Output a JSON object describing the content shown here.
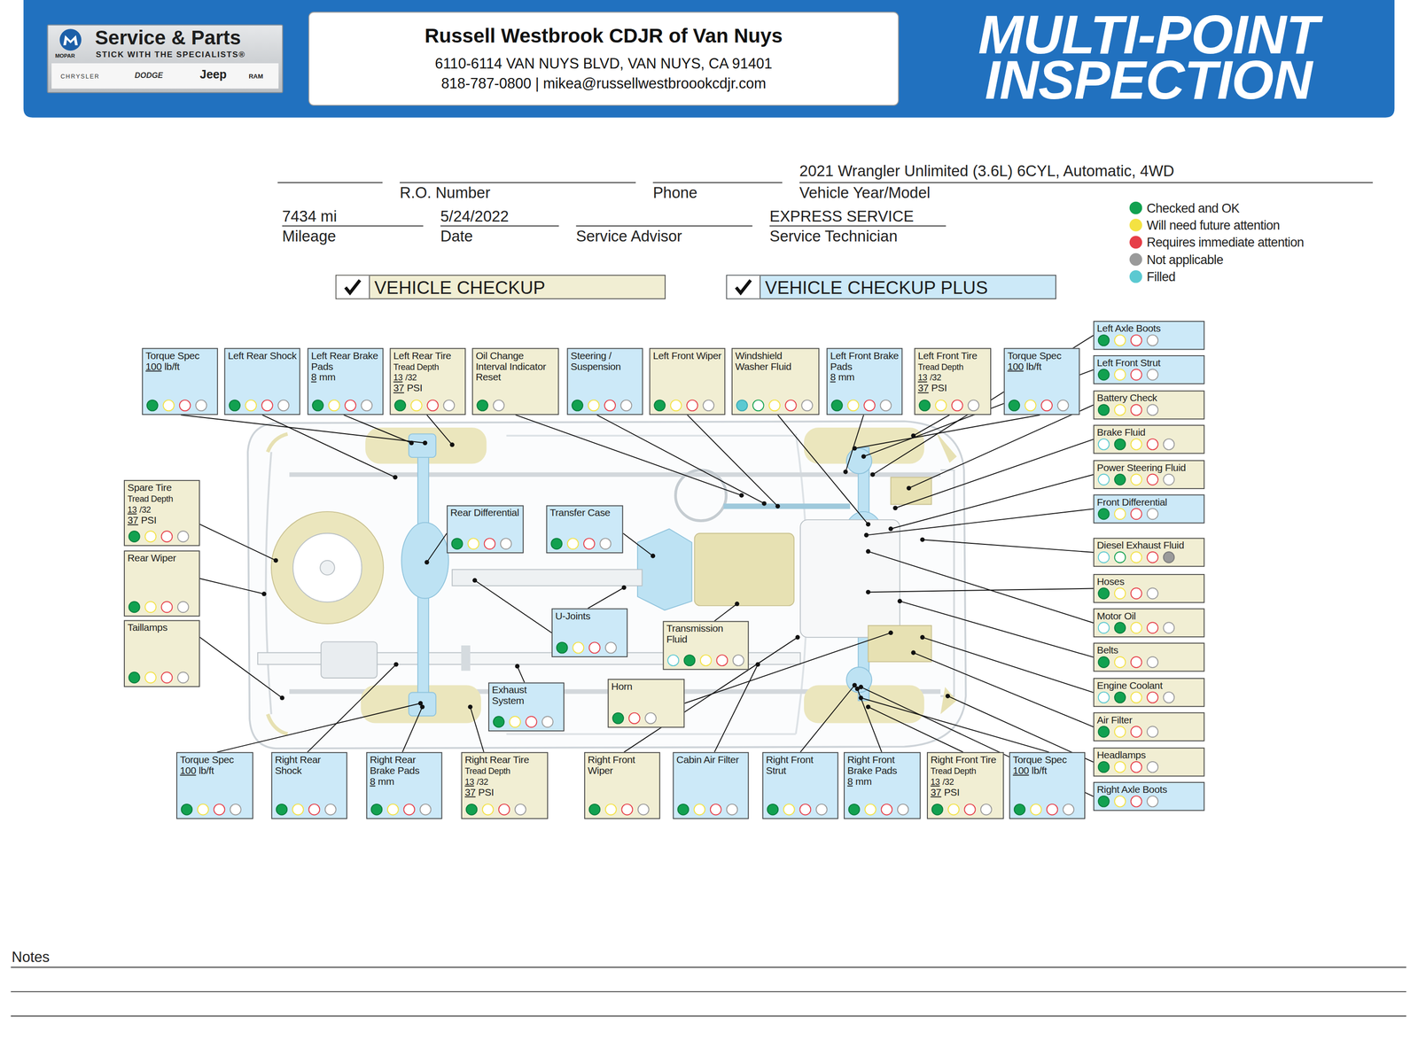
{
  "diagram": {
    "title": "MULTI-POINT INSPECTION",
    "nodes": [
      {
        "text": [
          "Service & Parts",
          "STICK WITH THE SPECIALISTS®",
          "MOPAR",
          "CHRYSLER",
          "DODGE",
          "Jeep",
          "RAM"
        ]
      },
      {
        "text": [
          "Russell Westbrook CDJR of Van Nuys",
          "6110-6114 VAN NUYS BLVD, VAN NUYS, CA 91401",
          "818-787-0800 | mikea@russellwestbroookcdjr.com"
        ]
      },
      {
        "text": [
          "VEHICLE CHECKUP"
        ]
      },
      {
        "text": [
          "VEHICLE CHECKUP PLUS"
        ]
      },
      {
        "text": [
          "Left Axle Boots"
        ]
      },
      {
        "text": [
          "Left Front Strut"
        ]
      },
      {
        "text": [
          "Torque Spec",
          "100",
          "lb/ft"
        ]
      },
      {
        "text": [
          "Left Rear Shock"
        ]
      },
      {
        "text": [
          "Left Rear Brake Pads",
          "8",
          "mm"
        ]
      },
      {
        "text": [
          "Left Rear Tire",
          "Tread Depth",
          "13",
          "/32",
          "37",
          "PSI"
        ]
      },
      {
        "text": [
          "Oil Change Interval Indicator Reset"
        ]
      },
      {
        "text": [
          "Steering / Suspension"
        ]
      },
      {
        "text": [
          "Left Front Wiper"
        ]
      },
      {
        "text": [
          "Windshield Washer Fluid"
        ]
      },
      {
        "text": [
          "Left Front Brake Pads",
          "8",
          "mm"
        ]
      },
      {
        "text": [
          "Left Front Tire",
          "Tread Depth",
          "13",
          "/32",
          "37",
          "PSI"
        ]
      },
      {
        "text": [
          "Torque Spec",
          "100",
          "lb/ft"
        ]
      },
      {
        "text": [
          "Battery Check"
        ]
      },
      {
        "text": [
          "Brake Fluid"
        ]
      },
      {
        "text": [
          "Power Steering Fluid"
        ]
      },
      {
        "text": [
          "Front Differential"
        ]
      },
      {
        "text": [
          "Diesel Exhaust Fluid"
        ]
      },
      {
        "text": [
          "Hoses"
        ]
      },
      {
        "text": [
          "Motor Oil"
        ]
      },
      {
        "text": [
          "Belts"
        ]
      },
      {
        "text": [
          "Engine Coolant"
        ]
      },
      {
        "text": [
          "Air Filter"
        ]
      },
      {
        "text": [
          "Headlamps"
        ]
      },
      {
        "text": [
          "Right Axle Boots"
        ]
      },
      {
        "text": [
          "Spare Tire",
          "Tread Depth",
          "13",
          "/32",
          "37",
          "PSI"
        ]
      },
      {
        "text": [
          "Rear Wiper"
        ]
      },
      {
        "text": [
          "Taillamps"
        ]
      },
      {
        "text": [
          "Rear Differential"
        ]
      },
      {
        "text": [
          "Transfer Case"
        ]
      },
      {
        "text": [
          "U-Joints"
        ]
      },
      {
        "text": [
          "Transmission Fluid"
        ]
      },
      {
        "text": [
          "Exhaust System"
        ]
      },
      {
        "text": [
          "Horn"
        ]
      },
      {
        "text": [
          "Torque Spec",
          "100",
          "lb/ft"
        ]
      },
      {
        "text": [
          "Right Rear Shock"
        ]
      },
      {
        "text": [
          "Right Rear Brake Pads",
          "8",
          "mm"
        ]
      },
      {
        "text": [
          "Right Rear Tire",
          "Tread Depth",
          "13",
          "/32",
          "37",
          "PSI"
        ]
      },
      {
        "text": [
          "Right Front Wiper"
        ]
      },
      {
        "text": [
          "Cabin Air Filter"
        ]
      },
      {
        "text": [
          "Right Front Strut"
        ]
      },
      {
        "text": [
          "Right Front Brake Pads",
          "8",
          "mm"
        ]
      },
      {
        "text": [
          "Right Front Tire",
          "Tread Depth",
          "13",
          "/32",
          "37",
          "PSI"
        ]
      },
      {
        "text": [
          "Torque Spec",
          "100",
          "lb/ft"
        ]
      }
    ],
    "labels": [
      "2021 Wrangler Unlimited (3.6L) 6CYL, Automatic, 4WD",
      "R.O. Number",
      "Phone",
      "Vehicle Year/Model",
      "7434 mi",
      "Mileage",
      "5/24/2022",
      "Date",
      "Service Advisor",
      "EXPRESS SERVICE",
      "Service Technician",
      "Notes"
    ],
    "legend": [
      {
        "text": "Checked and OK",
        "color": "#12a150"
      },
      {
        "text": "Will need future attention",
        "color": "#f4e242"
      },
      {
        "text": "Requires immediate attention",
        "color": "#e63e48"
      },
      {
        "text": "Not applicable",
        "color": "#9a9a9a"
      },
      {
        "text": "Filled",
        "color": "#5bc9d1"
      }
    ]
  }
}
